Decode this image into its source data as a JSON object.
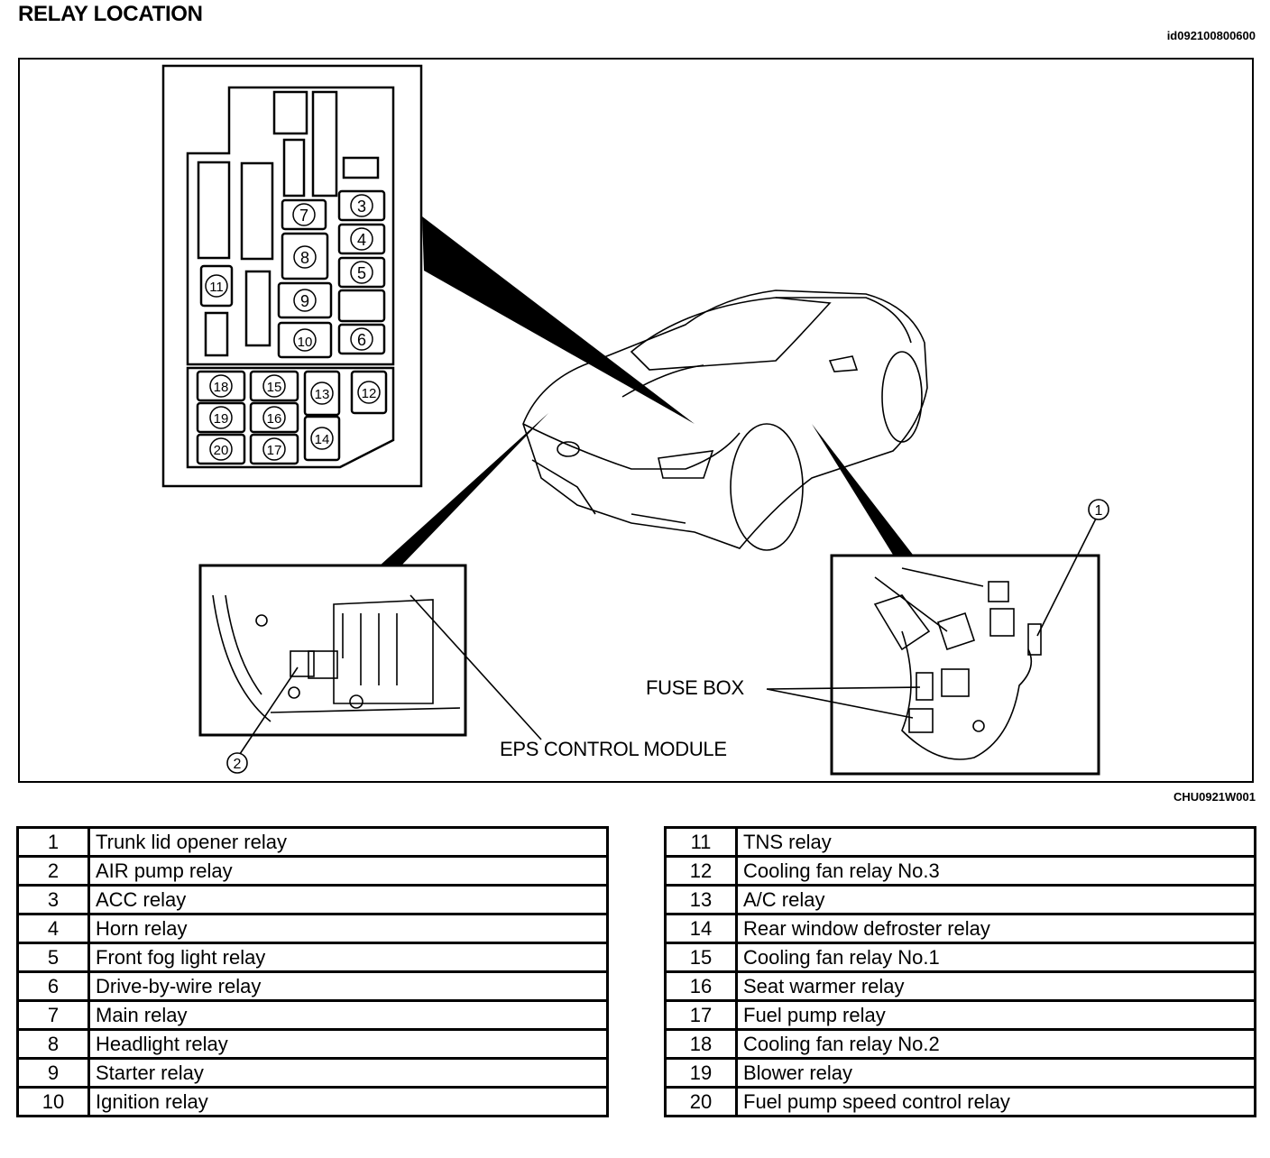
{
  "header": {
    "title": "RELAY LOCATION",
    "doc_id": "id092100800600"
  },
  "figure": {
    "figure_id": "CHU0921W001",
    "callouts": {
      "fuse_box": "FUSE BOX",
      "eps_control_module": "EPS CONTROL MODULE"
    },
    "circled_refs": [
      "1",
      "2"
    ],
    "relay_box_numbers": [
      "3",
      "4",
      "5",
      "6",
      "7",
      "8",
      "9",
      "10",
      "11",
      "12",
      "13",
      "14",
      "15",
      "16",
      "17",
      "18",
      "19",
      "20"
    ]
  },
  "relay_table_left": [
    {
      "num": "1",
      "name": "Trunk lid opener relay"
    },
    {
      "num": "2",
      "name": "AIR pump relay"
    },
    {
      "num": "3",
      "name": "ACC relay"
    },
    {
      "num": "4",
      "name": "Horn relay"
    },
    {
      "num": "5",
      "name": "Front fog light relay"
    },
    {
      "num": "6",
      "name": "Drive-by-wire relay"
    },
    {
      "num": "7",
      "name": "Main relay"
    },
    {
      "num": "8",
      "name": "Headlight relay"
    },
    {
      "num": "9",
      "name": "Starter relay"
    },
    {
      "num": "10",
      "name": "Ignition relay"
    }
  ],
  "relay_table_right": [
    {
      "num": "11",
      "name": "TNS relay"
    },
    {
      "num": "12",
      "name": "Cooling fan relay No.3"
    },
    {
      "num": "13",
      "name": "A/C relay"
    },
    {
      "num": "14",
      "name": "Rear window defroster relay"
    },
    {
      "num": "15",
      "name": "Cooling fan relay No.1"
    },
    {
      "num": "16",
      "name": "Seat warmer relay"
    },
    {
      "num": "17",
      "name": "Fuel pump relay"
    },
    {
      "num": "18",
      "name": "Cooling fan relay No.2"
    },
    {
      "num": "19",
      "name": "Blower relay"
    },
    {
      "num": "20",
      "name": "Fuel pump speed control relay"
    }
  ]
}
